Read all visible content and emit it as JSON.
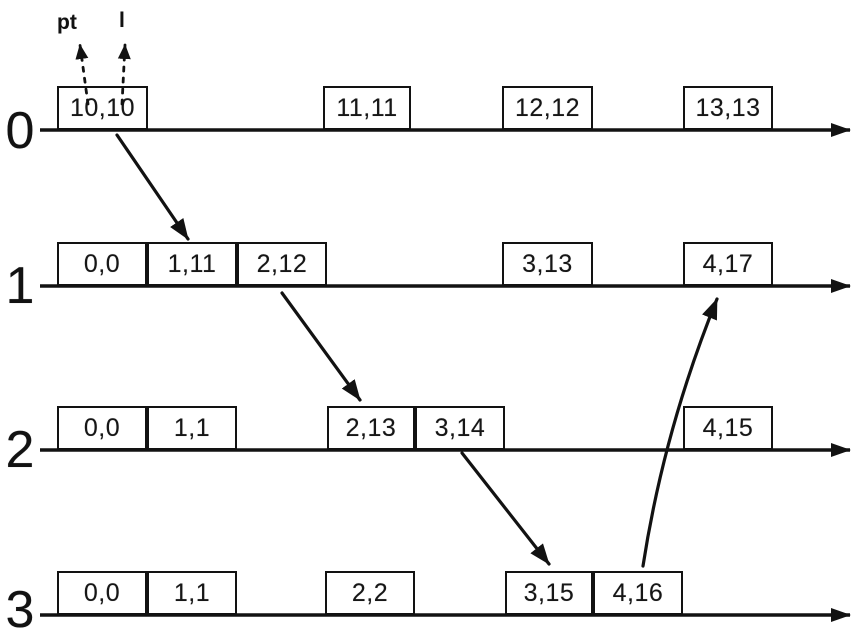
{
  "title": "hybrid-logical-clock-timeline-diagram",
  "annotations": {
    "pt": "pt",
    "l": "l"
  },
  "processes": [
    {
      "id": "0",
      "events": [
        "10,10",
        "11,11",
        "12,12",
        "13,13"
      ]
    },
    {
      "id": "1",
      "events": [
        "0,0",
        "1,11",
        "2,12",
        "3,13",
        "4,17"
      ]
    },
    {
      "id": "2",
      "events": [
        "0,0",
        "1,1",
        "2,13",
        "3,14",
        "4,15"
      ]
    },
    {
      "id": "3",
      "events": [
        "0,0",
        "1,1",
        "2,2",
        "3,15",
        "4,16"
      ]
    }
  ],
  "messages": [
    {
      "from_process": "0",
      "from_event": "10,10",
      "to_process": "1",
      "to_event": "1,11"
    },
    {
      "from_process": "1",
      "from_event": "2,12",
      "to_process": "2",
      "to_event": "2,13"
    },
    {
      "from_process": "2",
      "from_event": "3,14",
      "to_process": "3",
      "to_event": "3,15"
    },
    {
      "from_process": "3",
      "from_event": "4,16",
      "to_process": "1",
      "to_event": "4,17"
    }
  ],
  "colors": {
    "ink": "#121212",
    "background": "#ffffff"
  }
}
